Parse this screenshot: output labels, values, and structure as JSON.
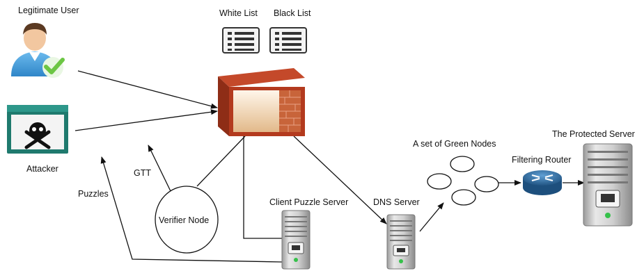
{
  "labels": {
    "legitimate_user": "Legitimate User",
    "attacker": "Attacker",
    "white_list": "White List",
    "black_list": "Black List",
    "gtt": "GTT",
    "puzzles": "Puzzles",
    "verifier_node": "Verifier Node",
    "client_puzzle_server": "Client Puzzle Server",
    "dns_server": "DNS Server",
    "green_nodes": "A set of Green Nodes",
    "filtering_router": "Filtering Router",
    "protected_server": "The Protected Server"
  },
  "colors": {
    "user_shirt": "#4aa3df",
    "user_check": "#6cc644",
    "attacker_screen": "#1f7a6e",
    "firewall_frame": "#b33a1e",
    "firewall_brick": "#c8643a",
    "router": "#2f6fa6",
    "server_body": "#d7d7d7",
    "server_led": "#35c14a"
  }
}
